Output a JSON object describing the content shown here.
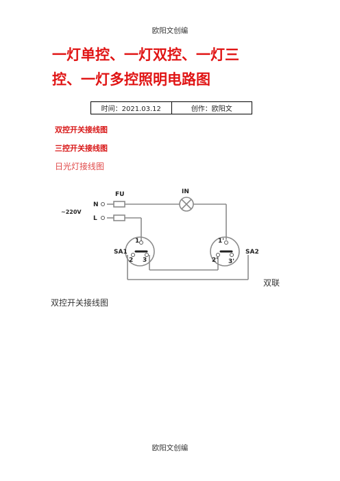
{
  "header": {
    "text": "欧阳文创编"
  },
  "footer": {
    "text": "欧阳文创编"
  },
  "title": {
    "line1": "一灯单控、一灯双控、一灯三",
    "line2": "控、一灯多控照明电路图"
  },
  "meta": {
    "time": "时间：2021.03.12",
    "author": "创作：欧阳文"
  },
  "links": {
    "double_control": "双控开关接线图",
    "triple_control": "三控开关接线图"
  },
  "subtitle": "日光灯接线图",
  "diagram": {
    "fu": "FU",
    "lamp": "IN",
    "voltage": "~220V",
    "n": "N",
    "l": "L",
    "sa1": "SA1",
    "sa2": "SA2",
    "t1": "1",
    "t2": "2",
    "t3": "3",
    "t1p": "1'",
    "t2p": "2'",
    "t3p": "3'"
  },
  "caption": {
    "right": "双联",
    "left": "双控开关接线图"
  }
}
